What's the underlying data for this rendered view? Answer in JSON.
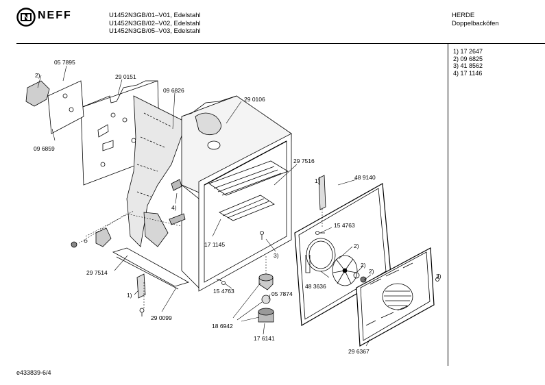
{
  "header": {
    "models": [
      "U1452N3GB/01–V01, Edelstahl",
      "U1452N3GB/02–V02, Edelstahl",
      "U1452N3GB/05–V03, Edelstahl"
    ],
    "category": "HERDE",
    "subcategory": "Doppelbacköfen",
    "brand": "NEFF"
  },
  "legend": [
    "1) 17 2647",
    "2) 09 6825",
    "3) 41 8562",
    "4) 17 1146"
  ],
  "parts": {
    "p057895": "05 7895",
    "p2a": "2)",
    "p290151": "29 0151",
    "p096826": "09 6826",
    "p290106": "29 0106",
    "p096859": "09 6859",
    "p297516": "29 7516",
    "p489140": "48 9140",
    "p4": "4)",
    "p1a": "1)",
    "p154763a": "15 4763",
    "p171145": "17 1145",
    "p3a": "3)",
    "p2b": "2)",
    "p2c": "2)",
    "p2d": "2)",
    "p483636": "48 3636",
    "p297514": "29 7514",
    "p154763b": "15 4763",
    "p057874": "05 7874",
    "p3b": "3)",
    "p1b": "1)",
    "p290099": "29 0099",
    "p186942": "18 6942",
    "p176141": "17 6141",
    "p296367": "29 6367"
  },
  "footer": {
    "code": "e433839-6/4"
  }
}
